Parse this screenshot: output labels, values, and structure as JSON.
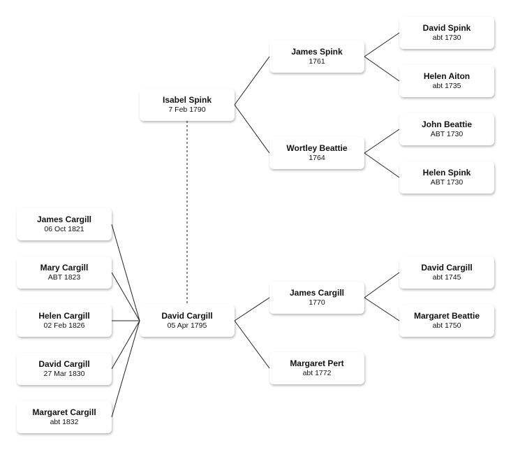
{
  "people": {
    "isabel_spink": {
      "name": "Isabel Spink",
      "date": "7 Feb 1790",
      "sex": "female"
    },
    "david_cargill_1795": {
      "name": "David Cargill",
      "date": "05 Apr 1795",
      "sex": "male"
    },
    "james_spink": {
      "name": "James Spink",
      "date": "1761",
      "sex": "male"
    },
    "wortley_beattie": {
      "name": "Wortley Beattie",
      "date": "1764",
      "sex": "female"
    },
    "james_cargill_1770": {
      "name": "James Cargill",
      "date": "1770",
      "sex": "male"
    },
    "margaret_pert": {
      "name": "Margaret Pert",
      "date": "abt 1772",
      "sex": "female"
    },
    "david_spink": {
      "name": "David Spink",
      "date": "abt 1730",
      "sex": "male"
    },
    "helen_aiton": {
      "name": "Helen Aiton",
      "date": "abt 1735",
      "sex": "female"
    },
    "john_beattie": {
      "name": "John Beattie",
      "date": "ABT 1730",
      "sex": "male"
    },
    "helen_spink": {
      "name": "Helen Spink",
      "date": "ABT 1730",
      "sex": "female"
    },
    "david_cargill_1745": {
      "name": "David Cargill",
      "date": "abt 1745",
      "sex": "male"
    },
    "margaret_beattie": {
      "name": "Margaret Beattie",
      "date": "abt 1750",
      "sex": "female"
    },
    "james_cargill_1821": {
      "name": "James Cargill",
      "date": "06 Oct 1821",
      "sex": "male"
    },
    "mary_cargill": {
      "name": "Mary Cargill",
      "date": "ABT 1823",
      "sex": "female"
    },
    "helen_cargill": {
      "name": "Helen Cargill",
      "date": "02 Feb 1826",
      "sex": "female"
    },
    "david_cargill_1830": {
      "name": "David Cargill",
      "date": "27 Mar 1830",
      "sex": "male"
    },
    "margaret_cargill": {
      "name": "Margaret Cargill",
      "date": "abt 1832",
      "sex": "female"
    }
  },
  "colors": {
    "male": "#9fb3ef",
    "female": "#eeae94",
    "line": "#222222",
    "spouse_line": "#666666"
  },
  "relations": {
    "spouse": [
      [
        "isabel_spink",
        "david_cargill_1795"
      ]
    ],
    "parents": [
      [
        "isabel_spink",
        "james_spink"
      ],
      [
        "isabel_spink",
        "wortley_beattie"
      ],
      [
        "james_spink",
        "david_spink"
      ],
      [
        "james_spink",
        "helen_aiton"
      ],
      [
        "wortley_beattie",
        "john_beattie"
      ],
      [
        "wortley_beattie",
        "helen_spink"
      ],
      [
        "david_cargill_1795",
        "james_cargill_1770"
      ],
      [
        "david_cargill_1795",
        "margaret_pert"
      ],
      [
        "james_cargill_1770",
        "david_cargill_1745"
      ],
      [
        "james_cargill_1770",
        "margaret_beattie"
      ]
    ],
    "children": [
      [
        "david_cargill_1795",
        "james_cargill_1821"
      ],
      [
        "david_cargill_1795",
        "mary_cargill"
      ],
      [
        "david_cargill_1795",
        "helen_cargill"
      ],
      [
        "david_cargill_1795",
        "david_cargill_1830"
      ],
      [
        "david_cargill_1795",
        "margaret_cargill"
      ]
    ]
  }
}
